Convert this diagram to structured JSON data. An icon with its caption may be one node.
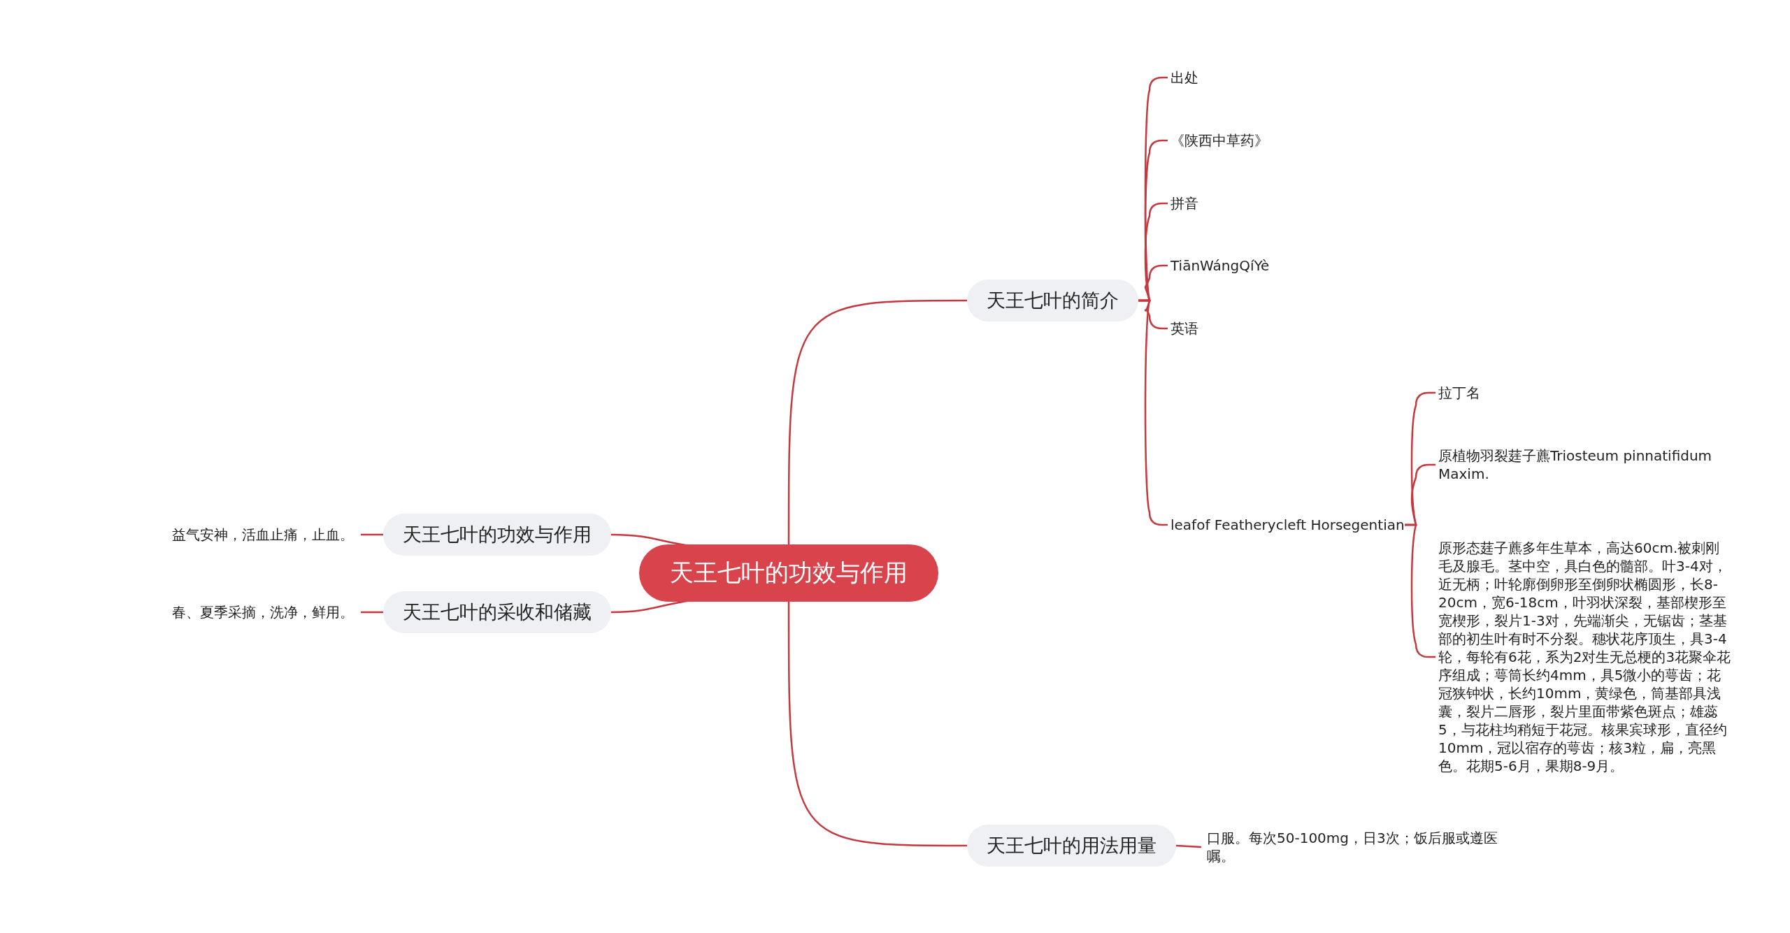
{
  "diagram": {
    "nodes": [
      {
        "text": [
          "天王七叶的功效与作用"
        ]
      },
      {
        "text": [
          "天王七叶的简介"
        ]
      },
      {
        "text": [
          "天王七叶的功效与作用"
        ]
      },
      {
        "text": [
          "天王七叶的采收和储藏"
        ]
      },
      {
        "text": [
          "天王七叶的用法用量"
        ]
      },
      {
        "text": [
          "出处"
        ]
      },
      {
        "text": [
          "《陕西中草药》"
        ]
      },
      {
        "text": [
          "拼音"
        ]
      },
      {
        "text": [
          "TiānWángQíYè"
        ]
      },
      {
        "text": [
          "英语"
        ]
      },
      {
        "text": [
          "leafof Featherycleft Horsegentian"
        ]
      },
      {
        "text": [
          "拉丁名"
        ]
      },
      {
        "text": [
          "原植物羽裂莛子藨Triosteum pinnatifidum Maxim."
        ]
      },
      {
        "text": [
          "原形态莛子藨多年生草本，高达60cm.被刺刚毛及腺毛。茎中空，具白色的髓部。叶3-4对，近无柄；叶轮廓倒卵形至倒卵状椭圆形，长8-20cm，宽6-18cm，叶羽状深裂，基部楔形至宽楔形，裂片1-3对，先端渐尖，无锯齿；茎基部的初生叶有时不分裂。穗状花序顶生，具3-4轮，每轮有6花，系为2对生无总梗的3花聚伞花序组成；萼筒长约4mm，具5微小的萼齿；花冠狭钟状，长约10mm，黄绿色，筒基部具浅囊，裂片二唇形，裂片里面带紫色斑点；雄蕊5，与花柱均稍短于花冠。核果宾球形，直径约10mm，冠以宿存的萼齿；核3粒，扁，亮黑色。花期5-6月，果期8-9月。"
        ]
      },
      {
        "text": [
          "益气安神，活血止痛，止血。"
        ]
      },
      {
        "text": [
          "春、夏季采摘，洗净，鲜用。"
        ]
      },
      {
        "text": [
          "口服。每次50-100mg，日3次；饭后服或遵医嘱。"
        ]
      }
    ],
    "edges": [
      {
        "from": 0,
        "to": 1,
        "arrow": "none"
      },
      {
        "from": 0,
        "to": 2,
        "arrow": "none"
      },
      {
        "from": 0,
        "to": 3,
        "arrow": "none"
      },
      {
        "from": 0,
        "to": 4,
        "arrow": "none"
      },
      {
        "from": 1,
        "to": 5,
        "arrow": "none"
      },
      {
        "from": 1,
        "to": 6,
        "arrow": "none"
      },
      {
        "from": 1,
        "to": 7,
        "arrow": "none"
      },
      {
        "from": 1,
        "to": 8,
        "arrow": "none"
      },
      {
        "from": 1,
        "to": 9,
        "arrow": "none"
      },
      {
        "from": 1,
        "to": 10,
        "arrow": "none"
      },
      {
        "from": 10,
        "to": 11,
        "arrow": "none"
      },
      {
        "from": 10,
        "to": 12,
        "arrow": "none"
      },
      {
        "from": 10,
        "to": 13,
        "arrow": "none"
      },
      {
        "from": 2,
        "to": 14,
        "arrow": "none"
      },
      {
        "from": 3,
        "to": 15,
        "arrow": "none"
      },
      {
        "from": 4,
        "to": 16,
        "arrow": "none"
      }
    ]
  }
}
